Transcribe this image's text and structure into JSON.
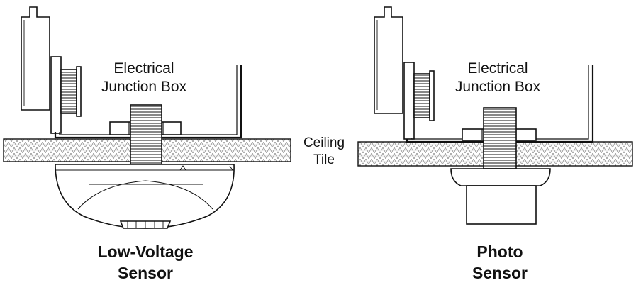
{
  "left_panel": {
    "box_label_line1": "Electrical",
    "box_label_line2": "Junction Box",
    "caption_line1": "Low-Voltage",
    "caption_line2": "Sensor"
  },
  "right_panel": {
    "box_label_line1": "Electrical",
    "box_label_line2": "Junction Box",
    "caption_line1": "Photo",
    "caption_line2": "Sensor"
  },
  "ceiling_label_line1": "Ceiling",
  "ceiling_label_line2": "Tile",
  "colors": {
    "ink": "#111111",
    "tile_hatch": "#8a8a8a",
    "fill_white": "#ffffff"
  }
}
